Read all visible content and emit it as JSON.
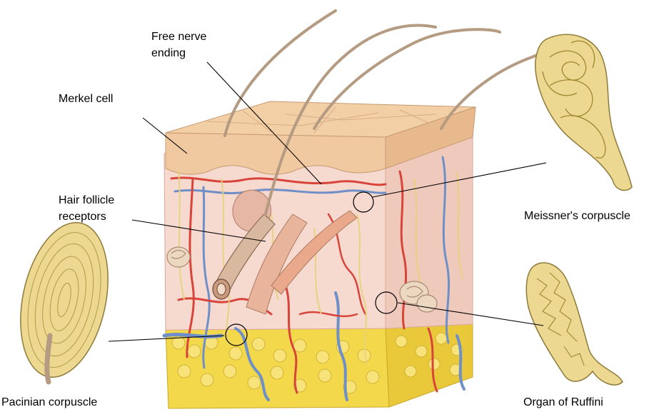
{
  "labels": {
    "free_nerve_line1": "Free nerve",
    "free_nerve_line2": "ending",
    "merkel": "Merkel cell",
    "hair_line1": "Hair follicle",
    "hair_line2": "receptors",
    "meissner": "Meissner's corpuscle",
    "organ_ruffini": "Organ of Ruffini",
    "pacinian": "Pacinian corpuscle"
  },
  "colors": {
    "epidermis": "#f0c9a0",
    "dermis": "#f6d9cf",
    "fat": "#f2d84a",
    "artery": "#d8443a",
    "vein": "#6f8fc8",
    "nerve": "#e6d27a",
    "hair": "#b49b82",
    "corpuscle": "#e8d48a"
  }
}
